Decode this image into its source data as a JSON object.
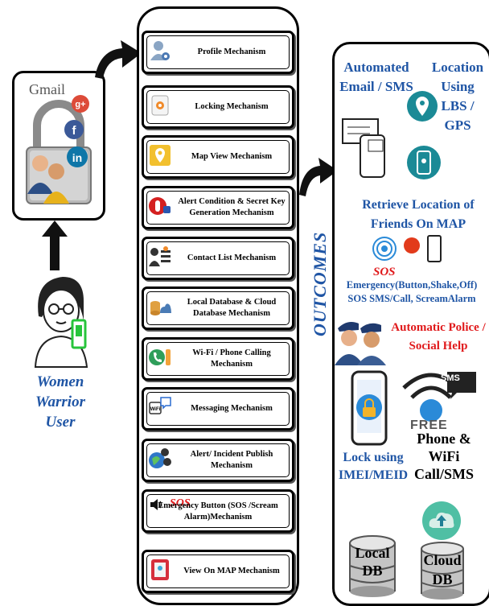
{
  "user": {
    "caption_line1": "Women",
    "caption_line2": "Warrior",
    "caption_line3": "User",
    "gmail_label": "Gmail"
  },
  "mechanisms": [
    {
      "label": "Profile Mechanism",
      "icon": "user-gear-icon"
    },
    {
      "label": "Locking Mechanism",
      "icon": "padlock-icon"
    },
    {
      "label": "Map View Mechanism",
      "icon": "map-pin-icon"
    },
    {
      "label": "Alert Condition & Secret Key Generation Mechanism",
      "icon": "alert-hand-icon"
    },
    {
      "label": "Contact List Mechanism",
      "icon": "contact-list-icon"
    },
    {
      "label": "Local Database & Cloud Database Mechanism",
      "icon": "database-cloud-icon"
    },
    {
      "label": "Wi-Fi / Phone Calling Mechanism",
      "icon": "phone-icon"
    },
    {
      "label": "Messaging Mechanism",
      "icon": "message-bubble-icon"
    },
    {
      "label": "Alert/ Incident Publish Mechanism",
      "icon": "social-globe-icon"
    },
    {
      "label_sos": "SOS",
      "label": "Emergency Button (SOS /Scream Alarm)Mechanism",
      "icon": "speaker-icon"
    },
    {
      "label": "View On MAP Mechanism",
      "icon": "map-view-icon"
    }
  ],
  "outcomes": {
    "side_label": "OUTCOMES",
    "email_sms": "Automated Email / SMS",
    "location": "Location Using LBS / GPS",
    "retrieve": "Retrieve Location of Friends On MAP",
    "sos": "SOS",
    "emergency": "Emergency(Button,Shake,Off) SOS SMS/Call, ScreamAlarm",
    "police": "Automatic Police / Social Help",
    "lock": "Lock using IMEI/MEID",
    "sms_badge": "SMS",
    "free": "FREE",
    "phone_wifi": "Phone & WiFi Call/SMS",
    "local_db": "Local DB",
    "cloud_db": "Cloud DB"
  },
  "colors": {
    "accent_blue": "#1f55a5",
    "alert_red": "#e0191b",
    "teal": "#1b8a96"
  }
}
